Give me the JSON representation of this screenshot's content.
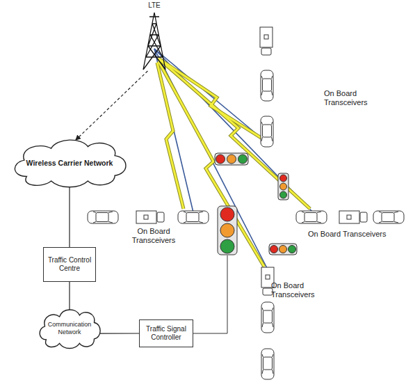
{
  "diagram": {
    "nodes": [
      {
        "text": [
          "LTE"
        ]
      },
      {
        "text": [
          "Wireless Carrier Network"
        ]
      },
      {
        "text": [
          "Traffic Control Centre"
        ]
      },
      {
        "text": [
          "Communication Network"
        ]
      },
      {
        "text": [
          "Traffic Signal Controller"
        ]
      }
    ],
    "edges": [
      {
        "from": 0,
        "to": 1,
        "arrow": "to"
      },
      {
        "from": 1,
        "to": 2,
        "arrow": "none"
      },
      {
        "from": 2,
        "to": 3,
        "arrow": "none"
      },
      {
        "from": 3,
        "to": 4,
        "arrow": "none"
      }
    ],
    "labels": [
      "On Board Transceivers",
      "On Board Transceivers",
      "On Board Transceivers",
      "On Board Transceivers"
    ]
  }
}
